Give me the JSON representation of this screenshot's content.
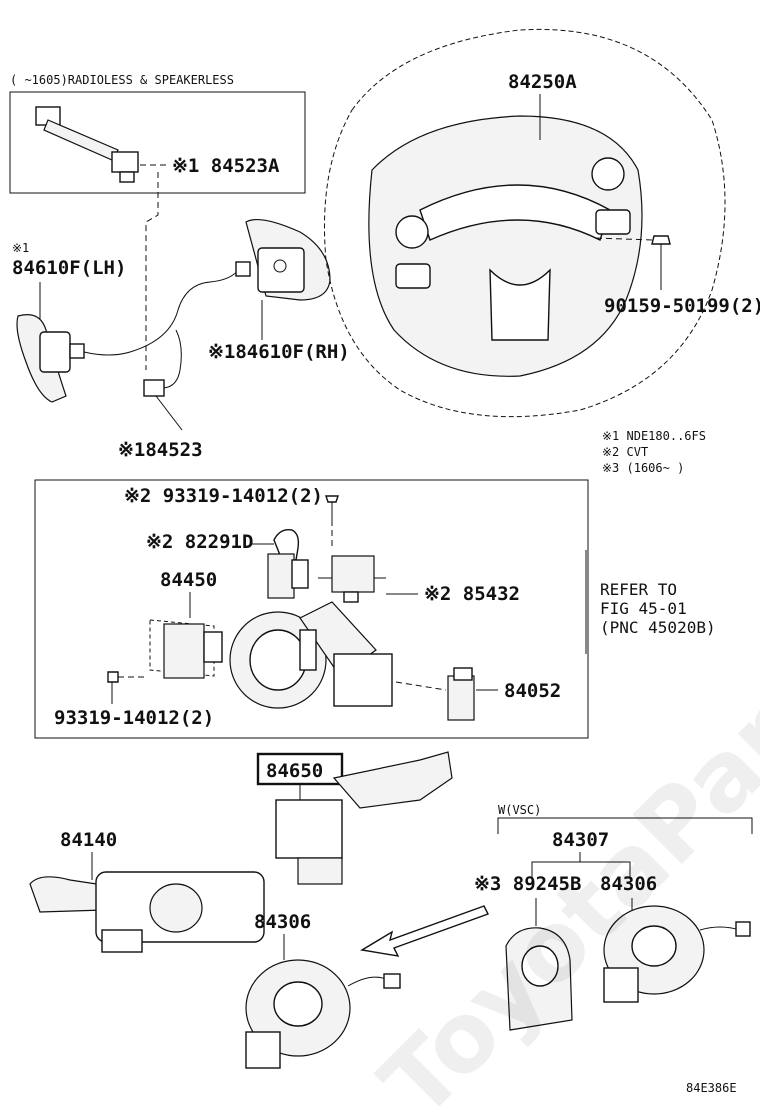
{
  "watermark": "ToyotaPartsMarket.ru",
  "top_box": {
    "caption": "(    ~1605)RADIOLESS & SPEAKERLESS"
  },
  "callouts": {
    "steering_wheel": "84250A",
    "screw_top": "90159-50199(2)",
    "switch_84523A": "※1 84523A",
    "switch_lh_mark": "※1",
    "switch_lh": "84610F(LH)",
    "switch_rh": "※184610F(RH)",
    "harness": "※184523",
    "screw_box_top": "※2 93319-14012(2)",
    "part_82291d": "※2 82291D",
    "part_84450": "84450",
    "part_85432": "※2 85432",
    "part_84052": "84052",
    "screw_box_bottom": "93319-14012(2)",
    "part_84650": "84650",
    "part_84140": "84140",
    "part_84306_left": "84306",
    "part_84307": "84307",
    "part_89245b": "※3 89245B",
    "part_84306_right": "84306",
    "w_vsc": "W(VSC)"
  },
  "refer": {
    "line1": "REFER TO",
    "line2": "FIG 45-01",
    "line3": "(PNC 45020B)"
  },
  "notes": [
    "※1 NDE180..6FS",
    "※2 CVT",
    "※3 (1606~      )"
  ],
  "figure_code": "84E386E"
}
